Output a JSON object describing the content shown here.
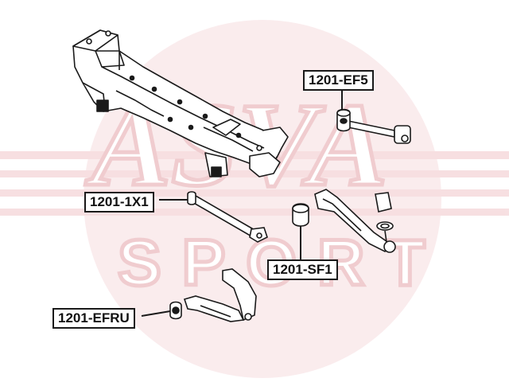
{
  "diagram": {
    "watermark": {
      "brand": "ASVA",
      "word": "SPORT",
      "color": "#e4a3a8"
    },
    "parts": [
      {
        "id": "ef5",
        "label": "1201-EF5"
      },
      {
        "id": "x1",
        "label": "1201-1X1"
      },
      {
        "id": "sf1",
        "label": "1201-SF1"
      },
      {
        "id": "efru",
        "label": "1201-EFRU"
      }
    ],
    "colors": {
      "line": "#1a1a1a",
      "fill": "#ffffff"
    }
  }
}
